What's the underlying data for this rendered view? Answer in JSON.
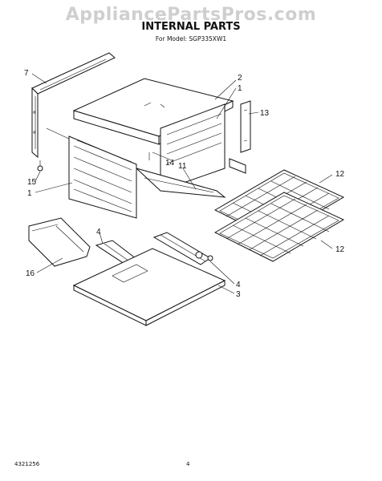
{
  "watermark": "AppliancePartsPros.com",
  "title": "INTERNAL PARTS",
  "subtitle": "For Model: SGP335XW1",
  "footer": {
    "doc_number": "4321256",
    "page_number": "4"
  },
  "callouts": {
    "c7": "7",
    "c2": "2",
    "c1a": "1",
    "c13": "13",
    "c15": "15",
    "c1b": "1",
    "c14": "14",
    "c11": "11",
    "c12a": "12",
    "c12b": "12",
    "c4a": "4",
    "c16": "16",
    "c4b": "4",
    "c3": "3"
  }
}
